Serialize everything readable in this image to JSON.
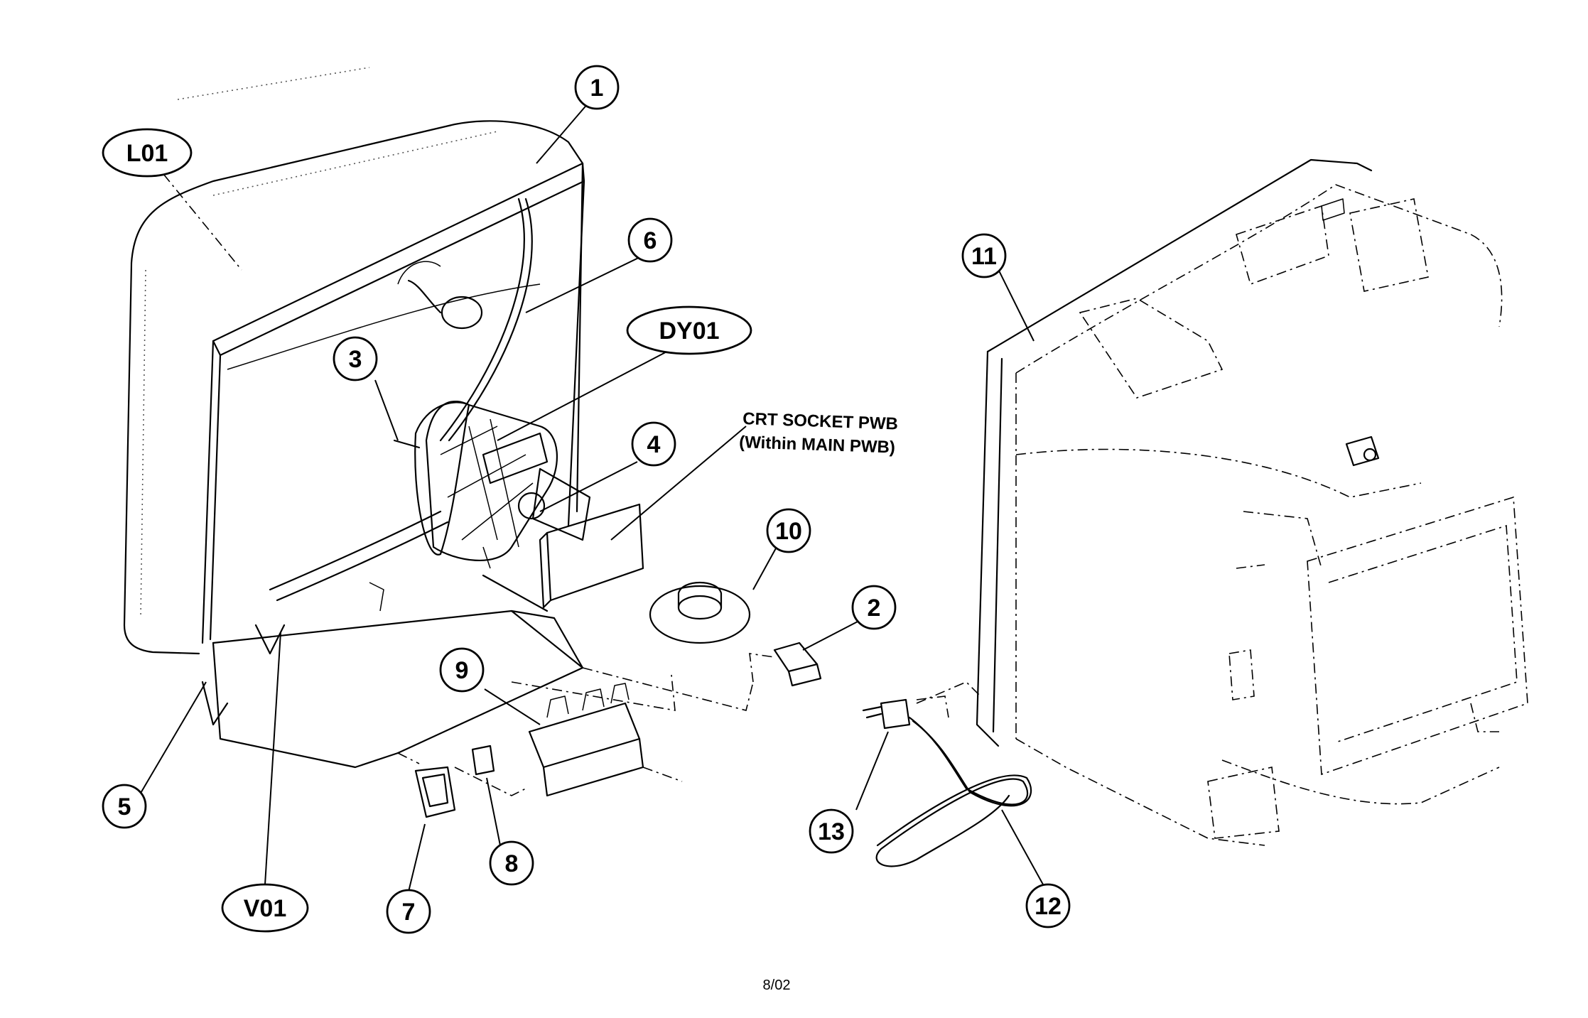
{
  "callouts": {
    "c1": "1",
    "c2": "2",
    "c3": "3",
    "c4": "4",
    "c5": "5",
    "c6": "6",
    "c7": "7",
    "c8": "8",
    "c9": "9",
    "c10": "10",
    "c11": "11",
    "c12": "12",
    "c13": "13",
    "l01": "L01",
    "dy01": "DY01",
    "v01": "V01"
  },
  "note": {
    "line1": "CRT SOCKET PWB",
    "line2": "(Within MAIN PWB)"
  },
  "footer": {
    "code": "8/02"
  }
}
